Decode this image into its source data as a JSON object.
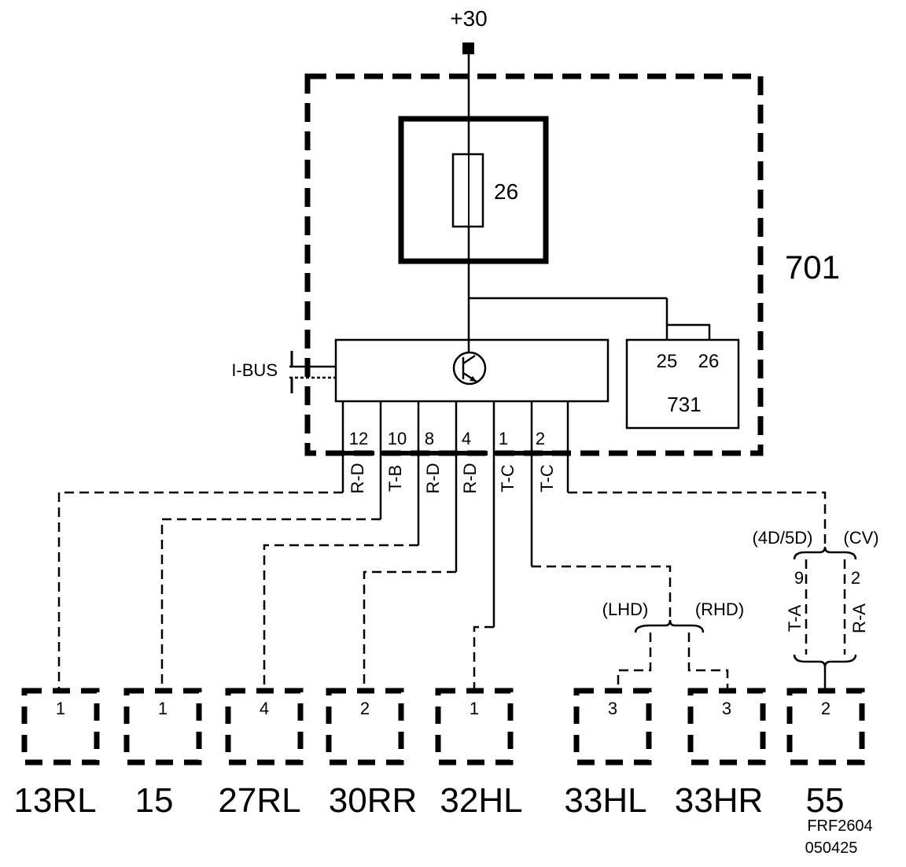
{
  "supply": {
    "label": "+30"
  },
  "fuse": {
    "label": "26"
  },
  "module": {
    "label": "701"
  },
  "bus": {
    "label": "I-BUS"
  },
  "relay": {
    "pin_a": "25",
    "pin_b": "26",
    "label": "731"
  },
  "pins": [
    {
      "num": "12",
      "wire": "R-D"
    },
    {
      "num": "10",
      "wire": "T-B"
    },
    {
      "num": "8",
      "wire": "R-D"
    },
    {
      "num": "4",
      "wire": "R-D"
    },
    {
      "num": "1",
      "wire": "T-C"
    },
    {
      "num": "2",
      "wire": "T-C"
    }
  ],
  "variants": {
    "lhd": "(LHD)",
    "rhd": "(RHD)",
    "body_4d5d": "(4D/5D)",
    "body_cv": "(CV)"
  },
  "branch55": {
    "left_pin": "9",
    "left_wire": "T-A",
    "right_pin": "2",
    "right_wire": "R-A"
  },
  "connectors": [
    {
      "pin": "1",
      "label": "13RL"
    },
    {
      "pin": "1",
      "label": "15"
    },
    {
      "pin": "4",
      "label": "27RL"
    },
    {
      "pin": "2",
      "label": "30RR"
    },
    {
      "pin": "1",
      "label": "32HL"
    },
    {
      "pin": "3",
      "label": "33HL"
    },
    {
      "pin": "3",
      "label": "33HR"
    },
    {
      "pin": "2",
      "label": "55"
    }
  ],
  "footer": {
    "code": "FRF2604",
    "date": "050425"
  }
}
